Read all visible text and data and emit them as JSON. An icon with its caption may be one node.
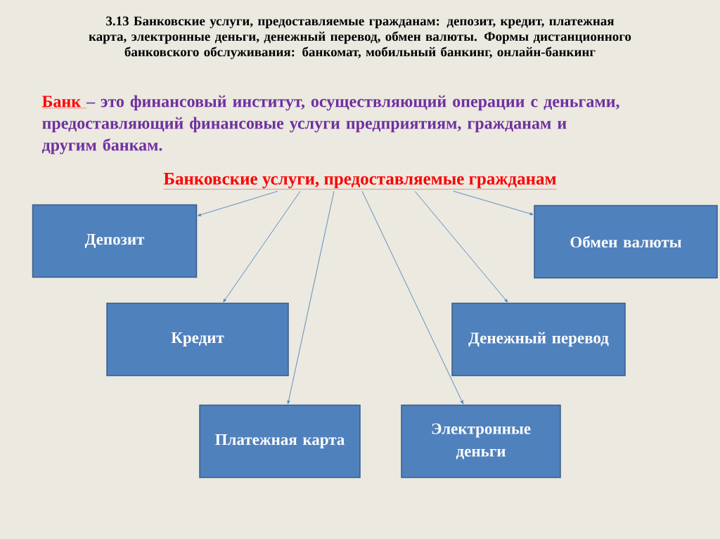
{
  "diagram": {
    "title": "3.13 Банковские услуги, предоставляемые гражданам: депозит, кредит, платежная карта, электронные деньги, денежный перевод, обмен валюты. Формы дистанционного банковского обслуживания: банкомат, мобильный банкинг, онлайн-банкинг",
    "nodes": [
      {
        "text": [
          "Банковские услуги, предоставляемые гражданам"
        ]
      },
      {
        "text": [
          "Депозит"
        ]
      },
      {
        "text": [
          "Обмен валюты"
        ]
      },
      {
        "text": [
          "Кредит"
        ]
      },
      {
        "text": [
          "Денежный перевод"
        ]
      },
      {
        "text": [
          "Платежная карта"
        ]
      },
      {
        "text": [
          "Электронные деньги"
        ]
      }
    ],
    "edges": [
      {
        "from": 0,
        "to": 1,
        "arrow": "to"
      },
      {
        "from": 0,
        "to": 3,
        "arrow": "to"
      },
      {
        "from": 0,
        "to": 5,
        "arrow": "to"
      },
      {
        "from": 0,
        "to": 6,
        "arrow": "to"
      },
      {
        "from": 0,
        "to": 4,
        "arrow": "to"
      },
      {
        "from": 0,
        "to": 2,
        "arrow": "to"
      }
    ],
    "labels": [
      "Банк ",
      "– это финансовый институт, осуществляющий операции с деньгами, предоставляющий финансовые услуги предприятиям, гражданам и другим банкам."
    ]
  }
}
